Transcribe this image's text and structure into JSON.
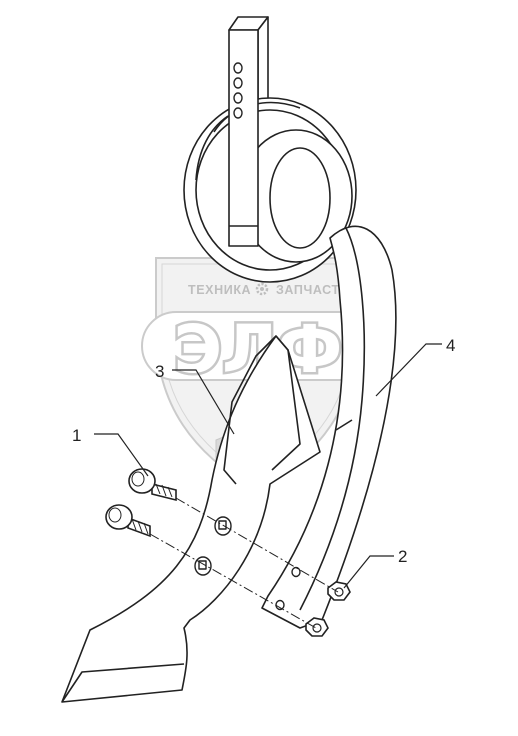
{
  "colors": {
    "line": "#222222",
    "watermark": "#c6c6c6",
    "watermark_fill": "#eeeeee"
  },
  "watermark": {
    "line1_left": "ТЕХНИКА",
    "line1_right": "ЗАПЧАСТИ",
    "logo": "ЭЛФ",
    "gear_icon": "gear-icon",
    "wheat_icon": "wheat-icon"
  },
  "callouts": [
    {
      "id": "1",
      "label": "1",
      "part": "bolt"
    },
    {
      "id": "2",
      "label": "2",
      "part": "nut"
    },
    {
      "id": "3",
      "label": "3",
      "part": "blade"
    },
    {
      "id": "4",
      "label": "4",
      "part": "spring-tine"
    }
  ]
}
